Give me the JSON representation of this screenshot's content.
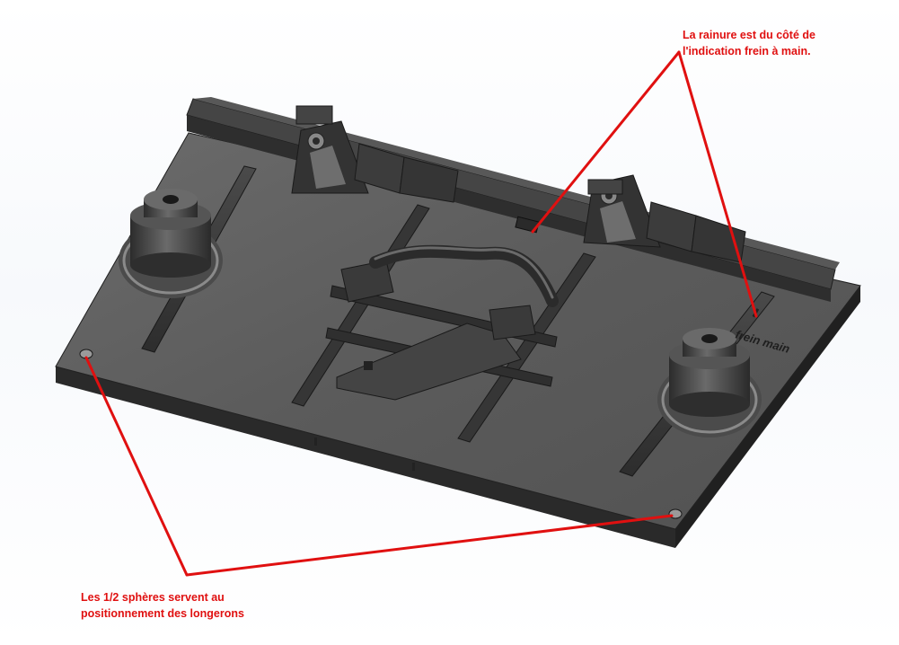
{
  "annotations": {
    "top": {
      "line1": "La rainure est du côté de",
      "line2": "l'indication frein à main."
    },
    "bottom": {
      "line1": "Les 1/2 sphères servent au",
      "line2": "positionnement des longerons"
    }
  },
  "engraving": {
    "text": "frein main"
  },
  "colors": {
    "annotation": "#e01010",
    "plate_top": "#5e5e5e",
    "plate_side": "#2b2b2b",
    "parts": "#3a3a3a"
  }
}
